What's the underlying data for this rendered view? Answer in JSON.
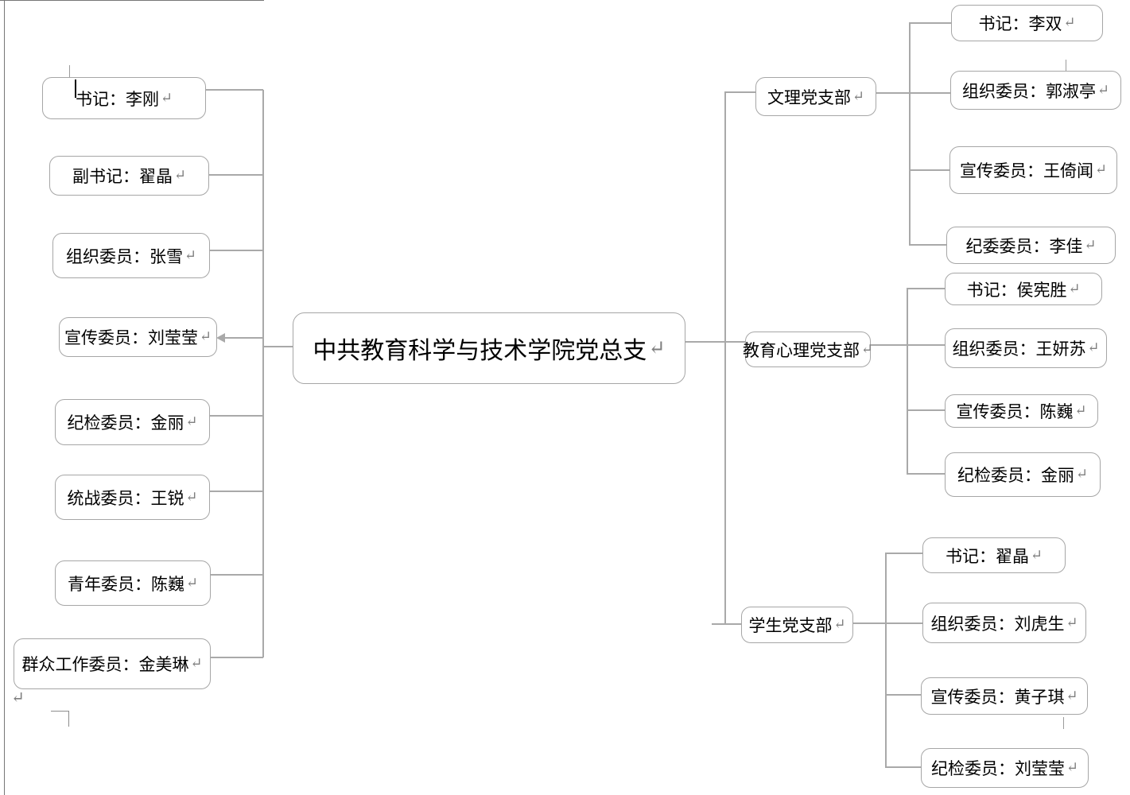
{
  "root": {
    "label": "中共教育科学与技术学院党总支"
  },
  "left_members": [
    {
      "label": "书记：李刚"
    },
    {
      "label": "副书记：翟晶"
    },
    {
      "label": "组织委员：张雪"
    },
    {
      "label": "宣传委员：刘莹莹"
    },
    {
      "label": "纪检委员：金丽"
    },
    {
      "label": "统战委员：王锐"
    },
    {
      "label": "青年委员：陈巍"
    },
    {
      "label": "群众工作委员：金美琳"
    }
  ],
  "branches": [
    {
      "label": "文理党支部",
      "members": [
        {
          "label": "书记：李双"
        },
        {
          "label": "组织委员：郭淑亭"
        },
        {
          "label": "宣传委员：王倚闻"
        },
        {
          "label": "纪委委员：李佳"
        }
      ]
    },
    {
      "label": "教育心理党支部",
      "members": [
        {
          "label": "书记：侯宪胜"
        },
        {
          "label": "组织委员：王妍苏"
        },
        {
          "label": "宣传委员：陈巍"
        },
        {
          "label": "纪检委员：金丽"
        }
      ]
    },
    {
      "label": "学生党支部",
      "members": [
        {
          "label": "书记：翟晶"
        },
        {
          "label": "组织委员：刘虎生"
        },
        {
          "label": "宣传委员：黄子琪"
        },
        {
          "label": "纪检委员：刘莹莹"
        }
      ]
    }
  ],
  "marks": {
    "return": "↵"
  },
  "colors": {
    "connector_line": "#a9a9a9",
    "box_border": "#a6a6a6",
    "text": "#000000",
    "return_mark": "#7f7f7f"
  }
}
